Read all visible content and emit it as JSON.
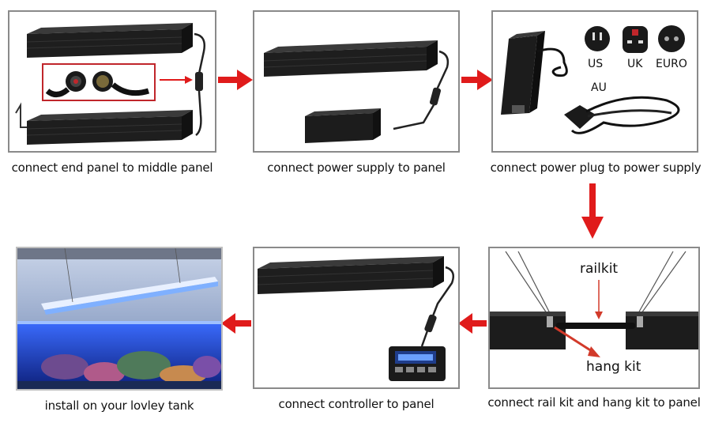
{
  "steps": [
    {
      "caption": "connect end panel to middle panel"
    },
    {
      "caption": "connect power supply to panel"
    },
    {
      "caption": "connect power plug to power supply"
    },
    {
      "caption": "connect rail kit and hang kit to panel"
    },
    {
      "caption": "connect controller to panel"
    },
    {
      "caption": "install on your lovley tank"
    }
  ],
  "plugs": {
    "us": "US",
    "uk": "UK",
    "euro": "EURO",
    "au": "AU"
  },
  "railkit": {
    "rail_label": "railkit",
    "hang_label": "hang kit"
  },
  "colors": {
    "arrow": "#e01b1b",
    "panel_border": "#8a8a8a",
    "fixture": "#1e1e1e"
  }
}
